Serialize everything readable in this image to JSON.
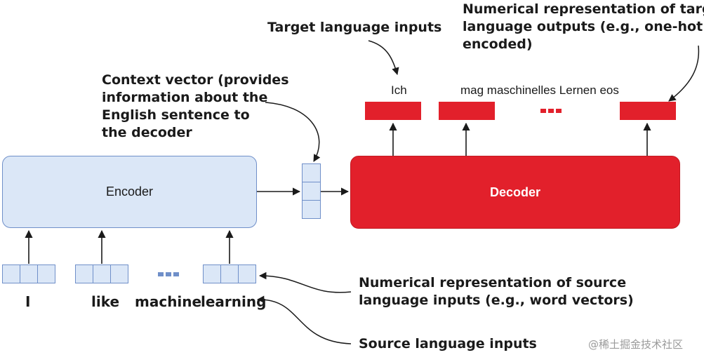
{
  "labels": {
    "context_vector": [
      "Context vector (provides",
      "information about the",
      "English sentence to",
      "the decoder"
    ],
    "target_inputs": "Target language inputs",
    "target_outputs": [
      "Numerical representation of target",
      "language outputs (e.g., one-hot",
      "encoded)"
    ],
    "source_numerical": [
      "Numerical representation of source",
      "language inputs (e.g., word vectors)"
    ],
    "source_inputs": "Source language inputs"
  },
  "encoder": {
    "label": "Encoder"
  },
  "decoder": {
    "label": "Decoder"
  },
  "source_words": [
    "I",
    "like",
    "machine",
    "learning"
  ],
  "target_words": {
    "first": "Ich",
    "rest": "mag maschinelles Lernen eos"
  },
  "watermark": "@稀土掘金技术社区",
  "colors": {
    "encoder_fill": "#dbe7f7",
    "encoder_border": "#6f8fc9",
    "decoder_red": "#e2202b",
    "dots_blue": "#6f8fc9"
  }
}
